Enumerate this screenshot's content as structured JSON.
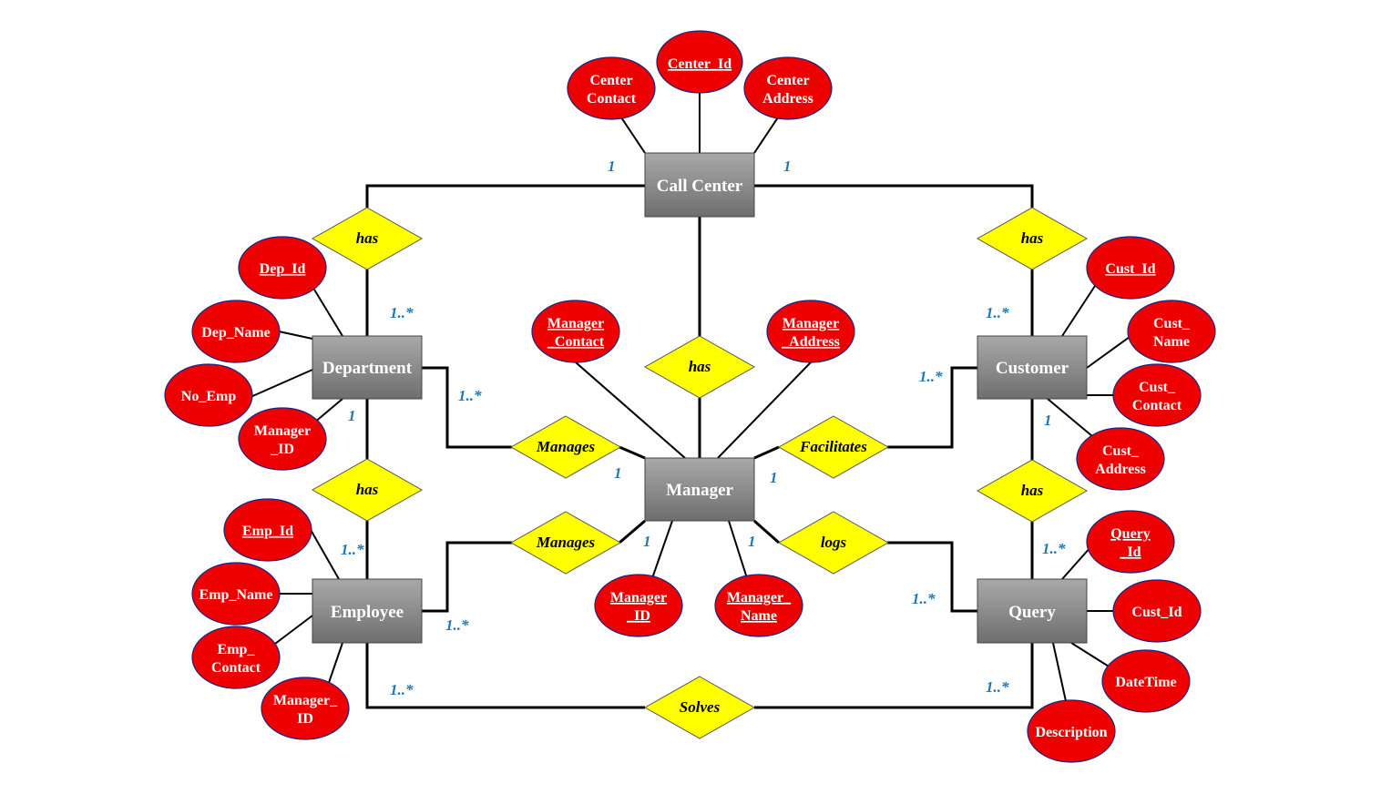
{
  "colors": {
    "attribute_fill": "#ee0000",
    "entity_fill": "#8c8c8c",
    "relationship_fill": "#ffff00",
    "cardinality_text": "#1f78b4"
  },
  "entities": {
    "call_center": "Call Center",
    "department": "Department",
    "customer": "Customer",
    "manager": "Manager",
    "employee": "Employee",
    "query": "Query"
  },
  "relationships": {
    "has_cc_department": "has",
    "has_cc_customer": "has",
    "has_cc_manager": "has",
    "has_dep_employee": "has",
    "has_cust_query": "has",
    "manages_department": "Manages",
    "manages_employee": "Manages",
    "facilitates": "Facilitates",
    "logs": "logs",
    "solves": "Solves"
  },
  "attributes": {
    "center_contact": [
      "Center",
      "Contact"
    ],
    "center_id": [
      "Center_Id"
    ],
    "center_address": [
      "Center",
      "Address"
    ],
    "dep_id": [
      "Dep_Id"
    ],
    "dep_name": [
      "Dep_Name"
    ],
    "no_emp": [
      "No_Emp"
    ],
    "dep_manager_id": [
      "Manager",
      "_ID"
    ],
    "manager_contact": [
      "Manager",
      "_Contact"
    ],
    "manager_address": [
      "Manager",
      "_Address"
    ],
    "manager_id": [
      "Manager",
      "_ID"
    ],
    "manager_name": [
      "Manager_",
      "Name"
    ],
    "cust_id": [
      "Cust_Id"
    ],
    "cust_name": [
      "Cust_",
      "Name"
    ],
    "cust_contact": [
      "Cust_",
      "Contact"
    ],
    "cust_address": [
      "Cust_",
      "Address"
    ],
    "emp_id": [
      "Emp_Id"
    ],
    "emp_name": [
      "Emp_Name"
    ],
    "emp_contact": [
      "Emp_",
      "Contact"
    ],
    "emp_manager_id": [
      "Manager_",
      "ID"
    ],
    "query_id": [
      "Query",
      "_Id"
    ],
    "query_cust_id": [
      "Cust_Id"
    ],
    "datetime": [
      "DateTime"
    ],
    "description": [
      "Description"
    ]
  },
  "cardinalities": {
    "cc_dep": "1",
    "cc_cust": "1",
    "dep_has": "1..*",
    "dep_manages": "1..*",
    "dep_emp_one": "1",
    "emp_has": "1..*",
    "emp_manages": "1..*",
    "emp_solves": "1..*",
    "cust_has": "1..*",
    "cust_facilitates": "1..*",
    "cust_query_one": "1",
    "query_has": "1..*",
    "query_logs": "1..*",
    "query_solves": "1..*",
    "mgr_manages_dep": "1",
    "mgr_facilitates": "1",
    "mgr_manages_emp": "1",
    "mgr_logs": "1"
  }
}
